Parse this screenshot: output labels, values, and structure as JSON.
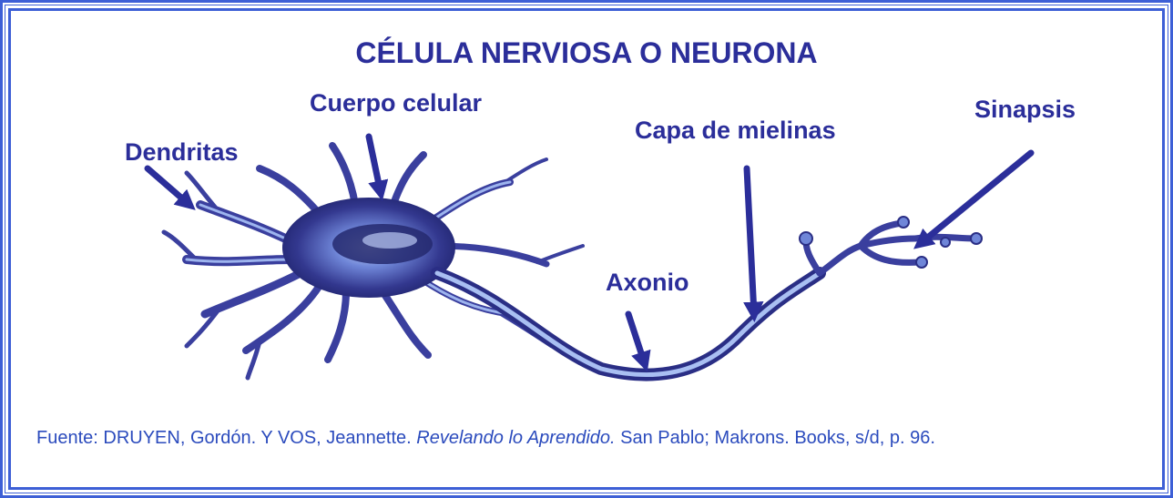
{
  "title": "CÉLULA NERVIOSA O NEURONA",
  "labels": {
    "dendritas": "Dendritas",
    "cuerpo_celular": "Cuerpo celular",
    "capa_mielinas": "Capa de mielinas",
    "sinapsis": "Sinapsis",
    "axonio": "Axonio"
  },
  "source": {
    "prefix": "Fuente: DRUYEN, Gordón. Y VOS, Jeannette. ",
    "book_title": "Revelando lo Aprendido.",
    "suffix": " San Pablo; Makrons. Books, s/d, p. 96."
  },
  "colors": {
    "border": "#3d5fd6",
    "text": "#2b2e9a",
    "source_text": "#2b4bbd",
    "neuron_dark": "#2b2f8a",
    "neuron_light": "#8fa9e6"
  }
}
